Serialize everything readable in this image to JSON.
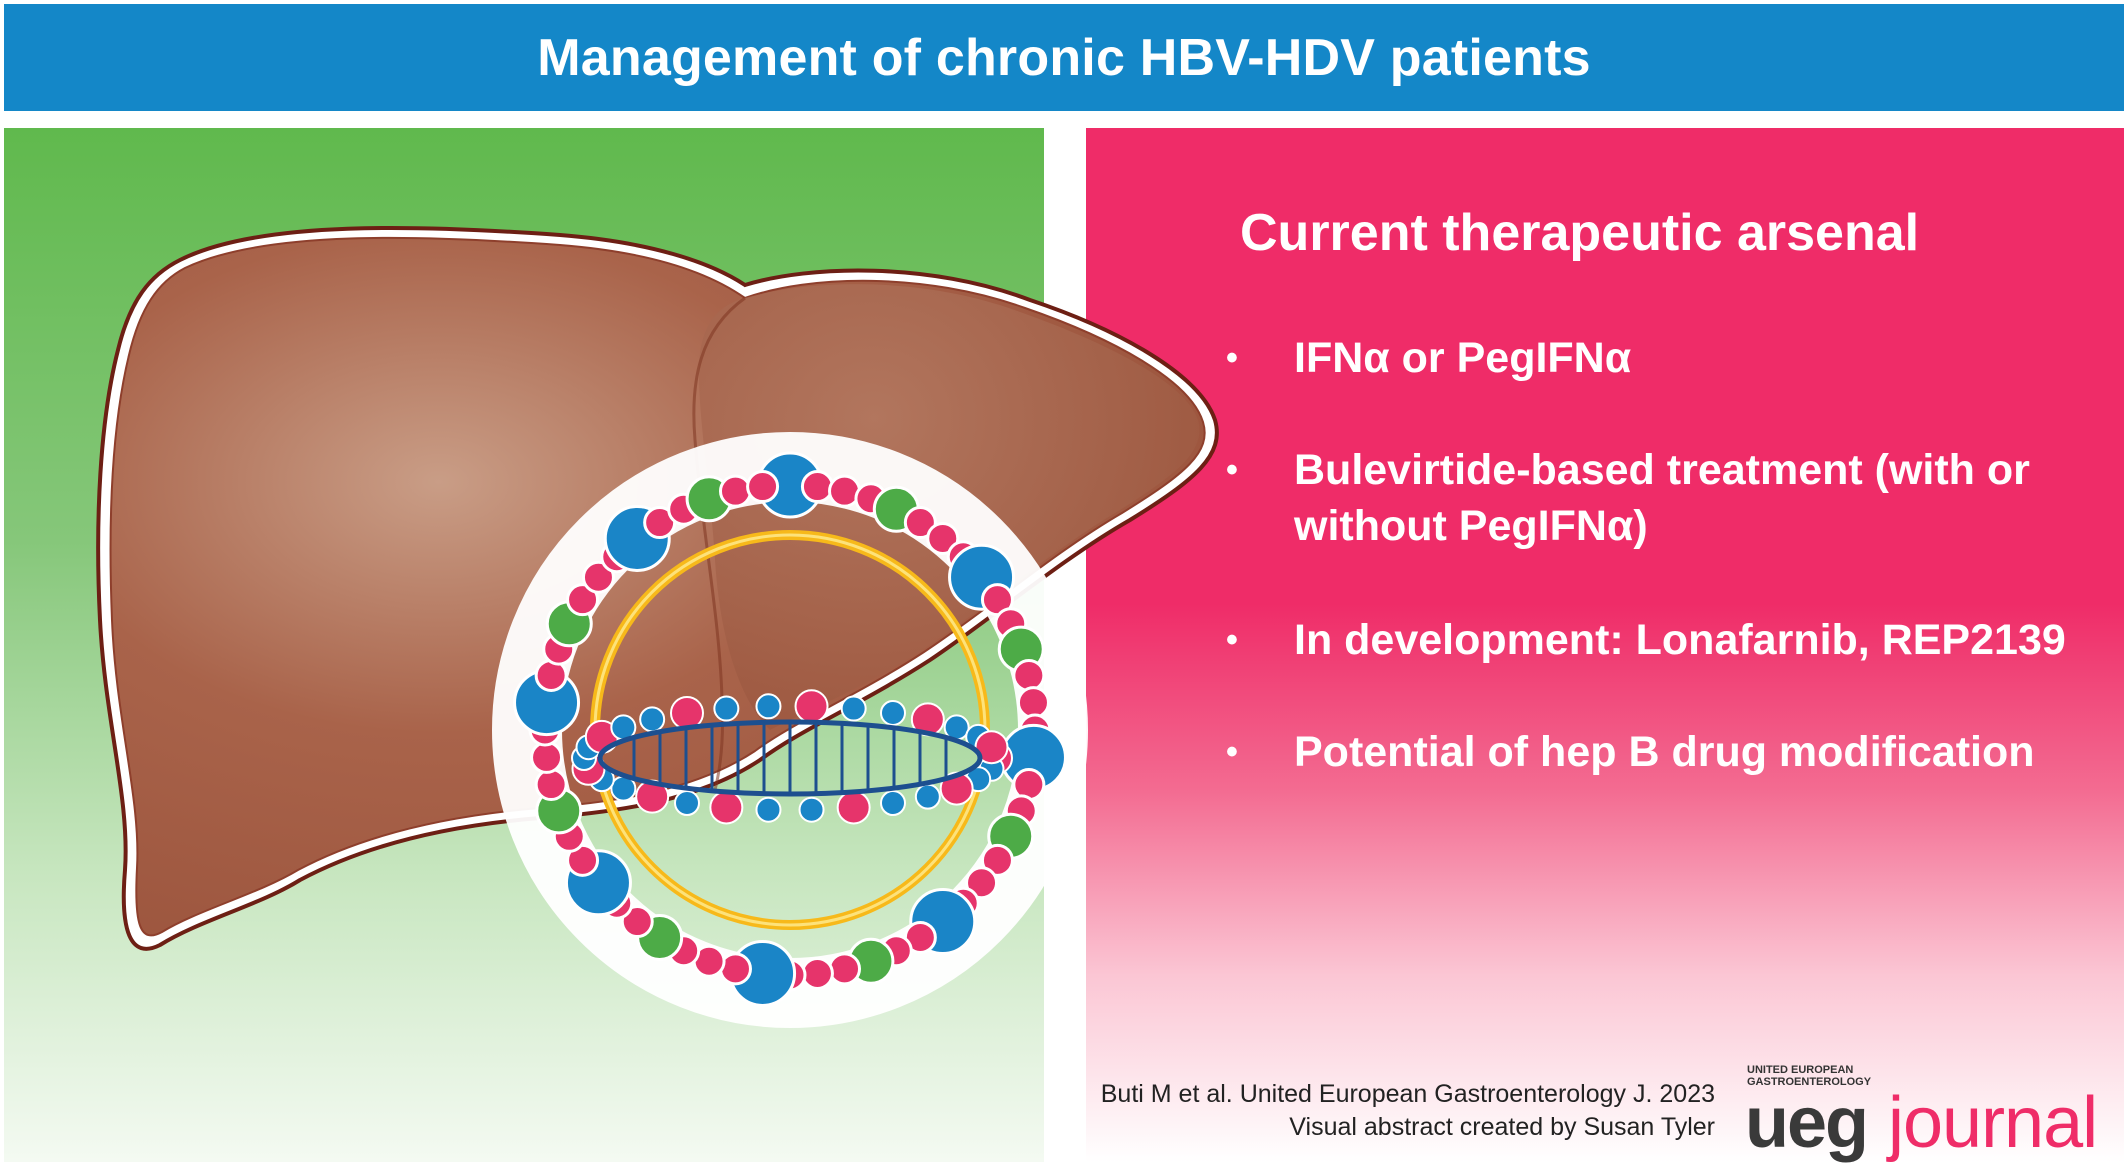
{
  "header": {
    "title": "Management of chronic HBV-HDV patients"
  },
  "colors": {
    "header_blue": "#1487c8",
    "left_green": "#60b94d",
    "right_pink": "#ef2c68",
    "liver_brown": "#a85e43",
    "virion_blue": "#1a85c7",
    "virion_pink": "#e6346b",
    "virion_green": "#4dab47",
    "envelope_yellow": "#f7b91a"
  },
  "icons": [
    "liver-illustration",
    "hdv-virion-icon"
  ],
  "therapy": {
    "title": "Current therapeutic arsenal",
    "bullets": [
      {
        "label": "IFNα  or PegIFNα"
      },
      {
        "label": "Bulevirtide-based treatment (with or without PegIFNα)"
      },
      {
        "label": "In development: Lonafarnib, REP2139"
      },
      {
        "label": "Potential of hep B drug modification"
      }
    ]
  },
  "footer": {
    "citation_line1": "Buti M et al. United European Gastroenterology J. 2023",
    "citation_line2": "Visual abstract created by Susan Tyler",
    "logo_small_1": "UNITED EUROPEAN",
    "logo_small_2": "GASTROENTEROLOGY",
    "logo_ueg": "ueg",
    "logo_journal": "journal"
  }
}
